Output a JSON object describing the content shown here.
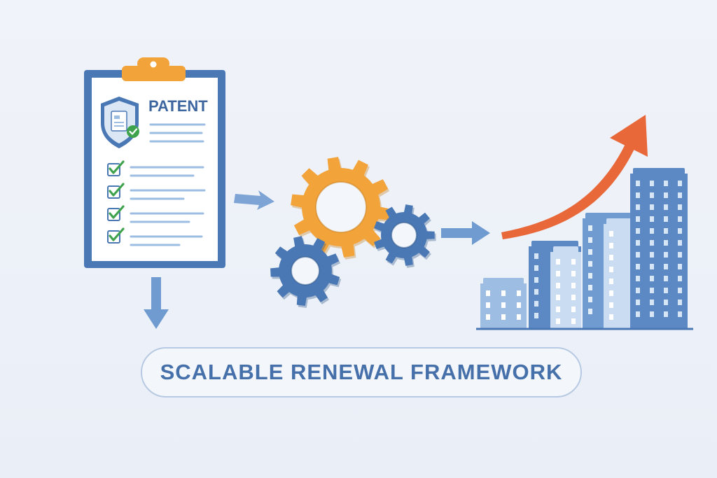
{
  "patent_document": {
    "title": "PATENT",
    "checklist_count": 4
  },
  "banner": {
    "label": "SCALABLE RENEWAL FRAMEWORK"
  },
  "colors": {
    "background": "#edf1f8",
    "primary_blue": "#4a78b5",
    "light_blue": "#9dbde3",
    "gear_orange": "#f2a33a",
    "growth_arrow": "#e8683a",
    "check_green": "#3fa34d"
  },
  "icons": [
    "clipboard-icon",
    "shield-icon",
    "checkmark-icon",
    "gear-icon",
    "arrow-right-icon",
    "arrow-down-icon",
    "growth-arrow-icon",
    "building-icon"
  ]
}
